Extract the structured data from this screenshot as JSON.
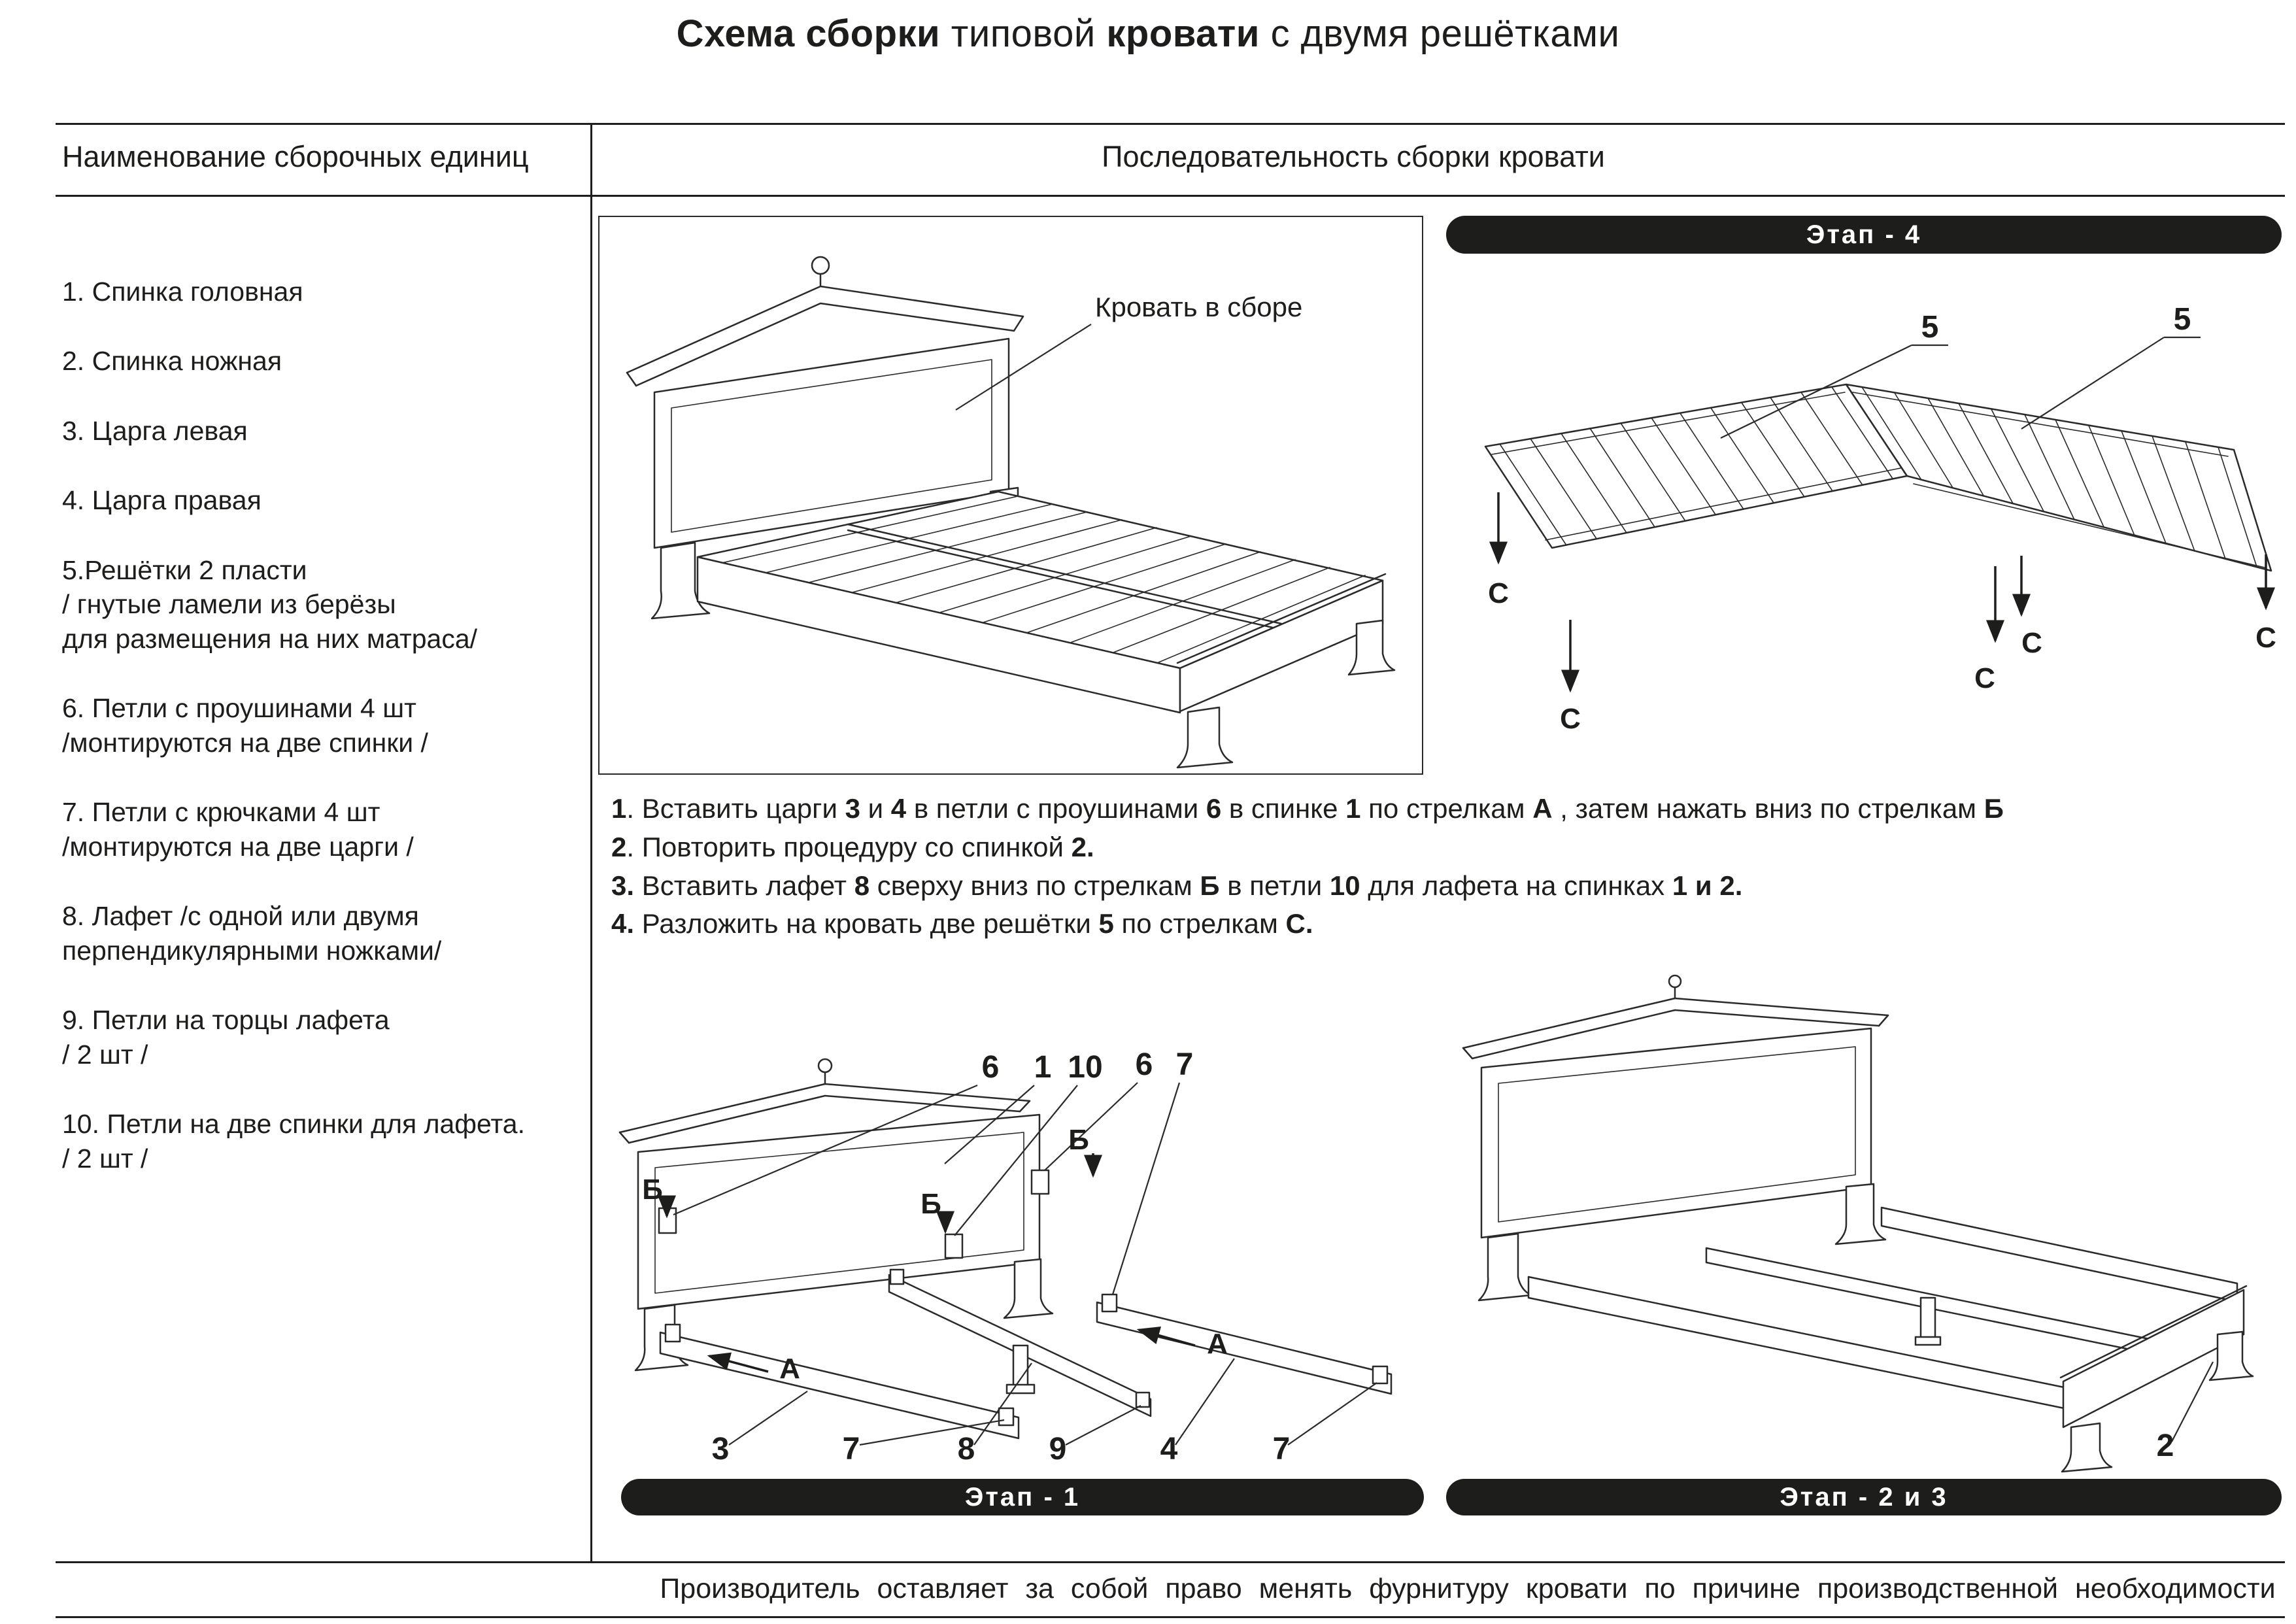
{
  "accent_color": "#1d1d1b",
  "title_segments": [
    {
      "t": "Схема сборки",
      "b": true
    },
    {
      "t": " типовой ",
      "b": false
    },
    {
      "t": "кровати",
      "b": true
    },
    {
      "t": " с двумя решётками",
      "b": false
    }
  ],
  "table": {
    "left_header": "Наименование  сборочных единиц",
    "right_header": "Последовательность сборки кровати"
  },
  "parts_list": [
    "1.   Спинка головная",
    "2. Спинка ножная",
    "3. Царга левая",
    "4. Царга правая",
    "5.Решётки  2 пласти\n/ гнутые ламели из берёзы\nдля размещения на них матраса/",
    "6. Петли с проушинами 4 шт\n/монтируются на две спинки /",
    "7. Петли с крючками 4 шт\n/монтируются на две царги /",
    "8. Лафет /с одной или двумя\nперпендикулярными ножками/",
    "9. Петли на торцы лафета\n/ 2 шт /",
    "10. Петли на две спинки для лафета.\n/ 2 шт /"
  ],
  "instructions": [
    [
      {
        "t": "1",
        "b": true
      },
      {
        "t": ". Вставить царги ",
        "b": false
      },
      {
        "t": "3",
        "b": true
      },
      {
        "t": " и ",
        "b": false
      },
      {
        "t": "4",
        "b": true
      },
      {
        "t": " в петли с проушинами ",
        "b": false
      },
      {
        "t": "6",
        "b": true
      },
      {
        "t": " в спинке ",
        "b": false
      },
      {
        "t": "1",
        "b": true
      },
      {
        "t": " по стрелкам ",
        "b": false
      },
      {
        "t": "А",
        "b": true
      },
      {
        "t": " , затем нажать вниз по стрелкам ",
        "b": false
      },
      {
        "t": "Б",
        "b": true
      }
    ],
    [
      {
        "t": "2",
        "b": true
      },
      {
        "t": ". Повторить процедуру со спинкой ",
        "b": false
      },
      {
        "t": "2.",
        "b": true
      }
    ],
    [
      {
        "t": "3.",
        "b": true
      },
      {
        "t": " Вставить лафет ",
        "b": false
      },
      {
        "t": "8",
        "b": true
      },
      {
        "t": " сверху вниз по стрелкам ",
        "b": false
      },
      {
        "t": "Б",
        "b": true
      },
      {
        "t": " в петли ",
        "b": false
      },
      {
        "t": "10",
        "b": true
      },
      {
        "t": " для лафета на спинках ",
        "b": false
      },
      {
        "t": "1 и 2.",
        "b": true
      }
    ],
    [
      {
        "t": "4.",
        "b": true
      },
      {
        "t": " Разложить на кровать две решётки ",
        "b": false
      },
      {
        "t": "5",
        "b": true
      },
      {
        "t": "  по стрелкам ",
        "b": false
      },
      {
        "t": "С.",
        "b": true
      }
    ]
  ],
  "diagrams": {
    "assembled": {
      "caption": "Кровать в сборе"
    },
    "stage4": {
      "banner": "Этап - 4",
      "grid_labels": [
        "5",
        "5"
      ],
      "arrow_labels": [
        "С",
        "С",
        "С",
        "С",
        "С"
      ]
    },
    "stage1": {
      "banner": "Этап - 1",
      "top_labels": [
        "6",
        "1",
        "10",
        "6",
        "7"
      ],
      "press_labels": [
        "Б",
        "Б",
        "Б"
      ],
      "slide_labels": [
        "А",
        "А"
      ],
      "bottom_labels": [
        "3",
        "7",
        "8",
        "9",
        "4",
        "7"
      ]
    },
    "stage23": {
      "banner": "Этап - 2 и 3",
      "part_label": "2"
    }
  },
  "footer": "Производитель  оставляет  за  собой  право  менять  фурнитуру  кровати  по  причине  производственной  необходимости"
}
